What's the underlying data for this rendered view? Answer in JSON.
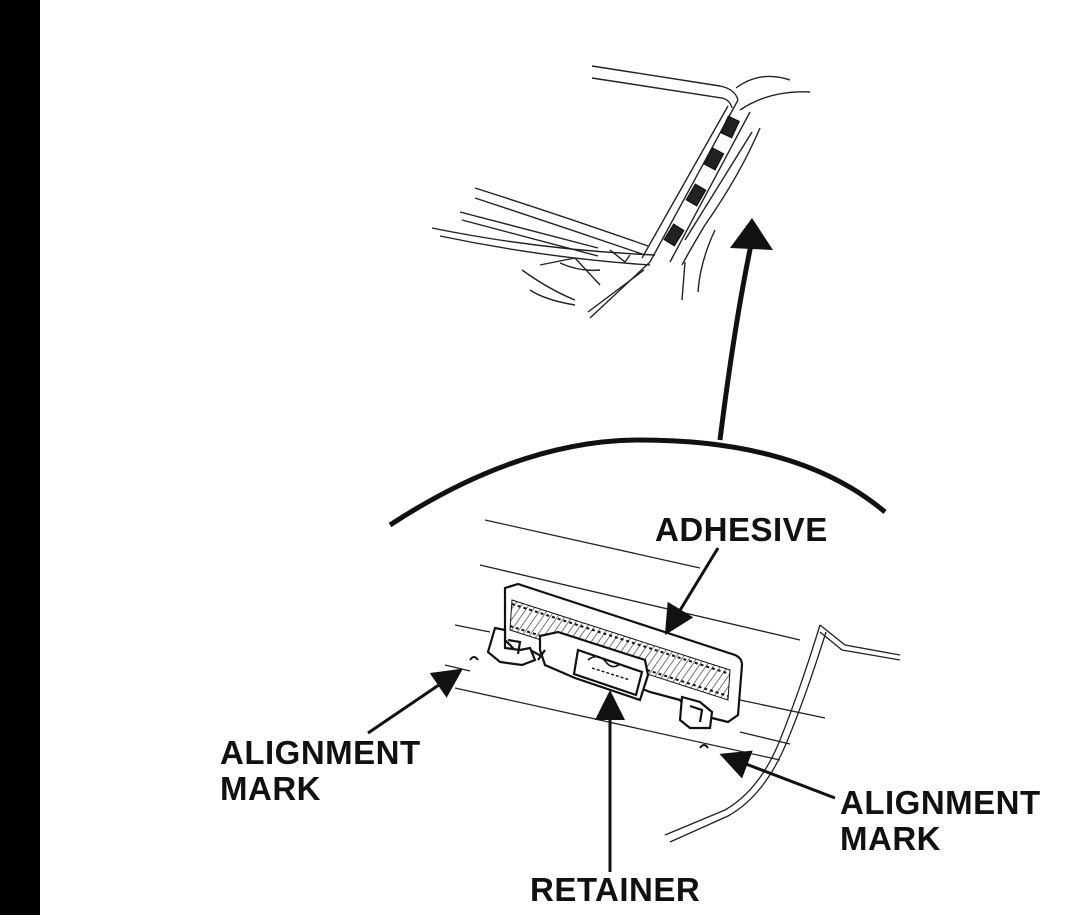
{
  "diagram": {
    "labels": {
      "adhesive": "ADHESIVE",
      "alignment_left_line1": "ALIGNMENT",
      "alignment_left_line2": "MARK",
      "alignment_right_line1": "ALIGNMENT",
      "alignment_right_line2": "MARK",
      "retainer": "RETAINER"
    },
    "colors": {
      "ink": "#111111",
      "background": "#ffffff",
      "side_bar": "#000000"
    }
  }
}
